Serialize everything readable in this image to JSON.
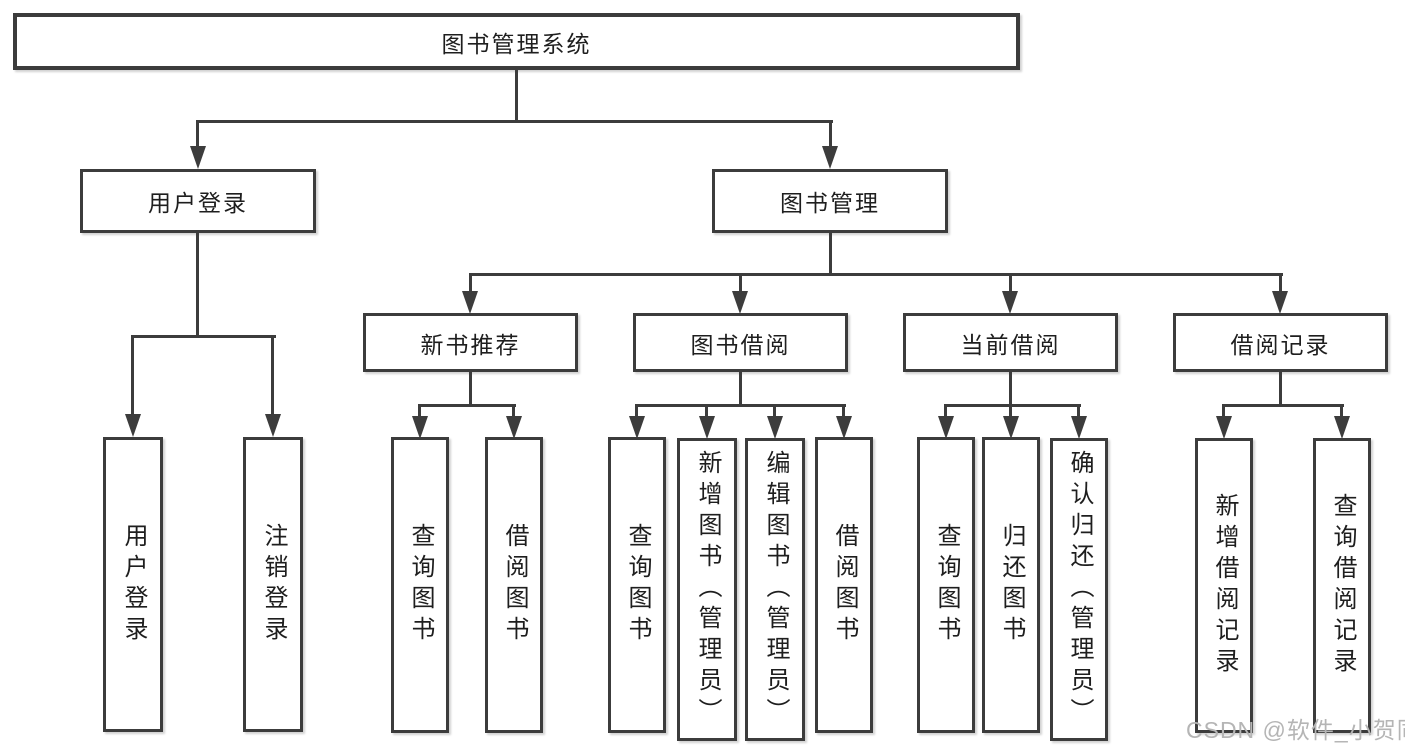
{
  "diagram": {
    "root": {
      "label": "图书管理系统"
    },
    "level2": [
      {
        "label": "用户登录",
        "children": [
          "用户登录",
          "注销登录"
        ]
      },
      {
        "label": "图书管理",
        "children": [
          {
            "label": "新书推荐",
            "children": [
              "查询图书",
              "借阅图书"
            ]
          },
          {
            "label": "图书借阅",
            "children": [
              "查询图书",
              "新增图书（管理员）",
              "编辑图书（管理员）",
              "借阅图书"
            ]
          },
          {
            "label": "当前借阅",
            "children": [
              "查询图书",
              "归还图书",
              "确认归还（管理员）"
            ]
          },
          {
            "label": "借阅记录",
            "children": [
              "新增借阅记录",
              "查询借阅记录"
            ]
          }
        ]
      }
    ]
  },
  "watermark": "CSDN @软件_小贺同学",
  "colors": {
    "line": "#3c3c3c",
    "text": "#1e1e1e",
    "background": "#ffffff",
    "watermark": "#b5b5b5"
  }
}
